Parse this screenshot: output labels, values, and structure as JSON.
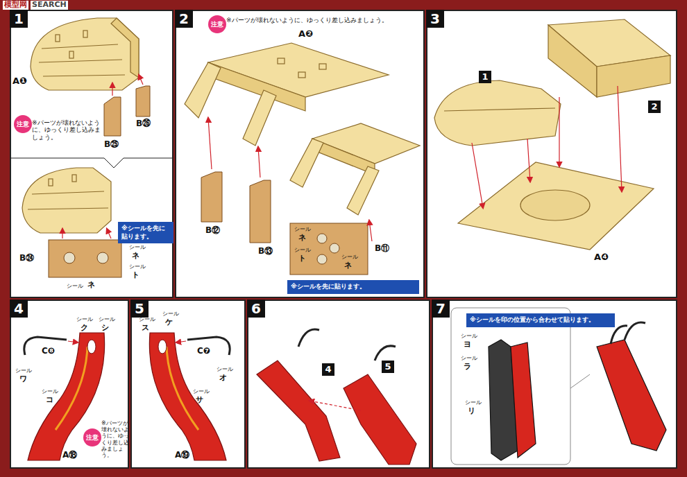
{
  "diagram": {
    "nodes": [
      {
        "text": [
          "1"
        ]
      },
      {
        "text": [
          "注意"
        ],
        "in": 0
      },
      {
        "text": [
          "※シールを先に貼ります。"
        ],
        "in": 0
      },
      {
        "text": [
          "2"
        ]
      },
      {
        "text": [
          "注意"
        ],
        "in": 3
      },
      {
        "text": [
          "※シールを先に貼ります。"
        ],
        "in": 3
      },
      {
        "text": [
          "3"
        ]
      },
      {
        "text": [
          "1"
        ],
        "in": 6
      },
      {
        "text": [
          "2"
        ],
        "in": 6
      },
      {
        "text": [
          "4"
        ]
      },
      {
        "text": [
          "注意"
        ],
        "in": 9
      },
      {
        "text": [
          "5"
        ]
      },
      {
        "text": [
          "6"
        ]
      },
      {
        "text": [
          "4"
        ],
        "in": 12
      },
      {
        "text": [
          "5"
        ],
        "in": 12
      },
      {
        "text": [
          "7"
        ]
      },
      {
        "text": [
          "※シールを印の位置から合わせて貼ります。"
        ],
        "in": 15
      }
    ],
    "labels": [
      "模型网",
      "SEARCH",
      "A❶",
      "B㉖",
      "※パーツが壊れないように、ゆっくり差し込みましょう。",
      "B㉕",
      "シール",
      "ネ",
      "シール",
      "ト",
      "シール",
      "ネ",
      "B㉔",
      "※パーツが壊れないように、ゆっくり差し込みましょう。",
      "A❷",
      "B⑫",
      "B⑬",
      "シール",
      "ネ",
      "シール",
      "ト",
      "シール",
      "ネ",
      "B⑪",
      "A❹",
      "C❽",
      "シール",
      "ク",
      "シール",
      "シ",
      "シール",
      "ワ",
      "シール",
      "コ",
      "A⑱",
      "※パーツが壊れないように、ゆっくり差し込みましょう。",
      "シール",
      "ス",
      "シール",
      "ケ",
      "C❼",
      "シール",
      "サ",
      "シール",
      "オ",
      "A⑲",
      "シール",
      "ヨ",
      "シール",
      "ラ",
      "シール",
      "リ"
    ]
  }
}
